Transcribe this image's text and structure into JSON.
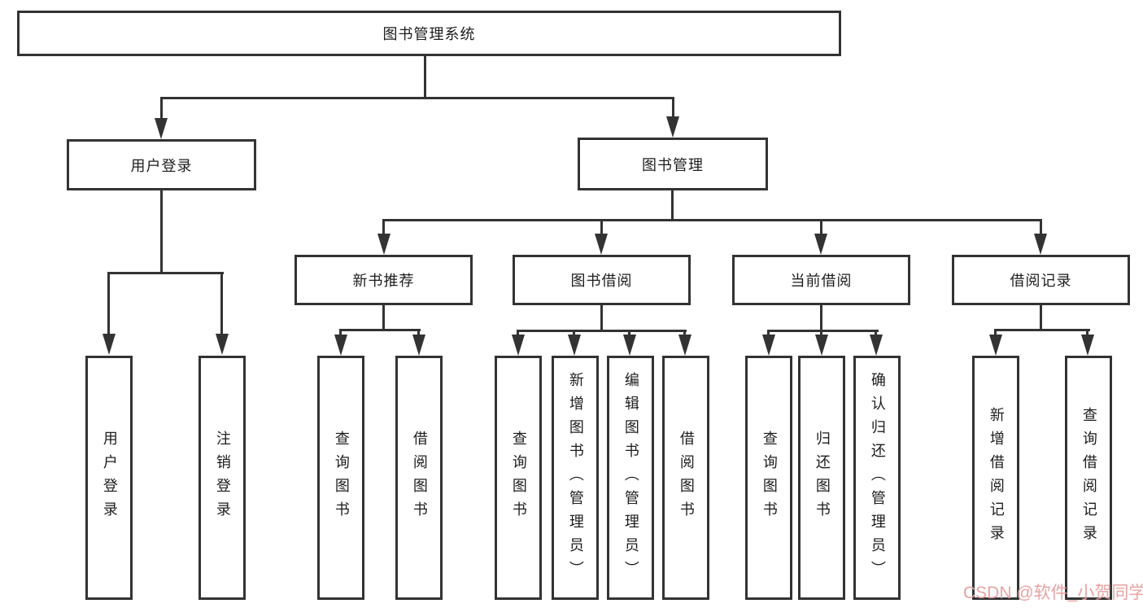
{
  "tree": {
    "label": "图书管理系统",
    "children": [
      {
        "label": "用户登录",
        "children": [
          {
            "label": "用户登录"
          },
          {
            "label": "注销登录"
          }
        ]
      },
      {
        "label": "图书管理",
        "children": [
          {
            "label": "新书推荐",
            "children": [
              {
                "label": "查询图书"
              },
              {
                "label": "借阅图书"
              }
            ]
          },
          {
            "label": "图书借阅",
            "children": [
              {
                "label": "查询图书"
              },
              {
                "label": "新增图书（管理员）"
              },
              {
                "label": "编辑图书（管理员）"
              },
              {
                "label": "借阅图书"
              }
            ]
          },
          {
            "label": "当前借阅",
            "children": [
              {
                "label": "查询图书"
              },
              {
                "label": "归还图书"
              },
              {
                "label": "确认归还（管理员）"
              }
            ]
          },
          {
            "label": "借阅记录",
            "children": [
              {
                "label": "新增借阅记录"
              },
              {
                "label": "查询借阅记录"
              }
            ]
          }
        ]
      }
    ]
  },
  "watermark": {
    "text": "CSDN @软件_小贺同学",
    "color": "#E89E9E"
  },
  "colors": {
    "line": "#333333",
    "node_text": "#1D1D1D",
    "background": "#FFFFFF"
  }
}
